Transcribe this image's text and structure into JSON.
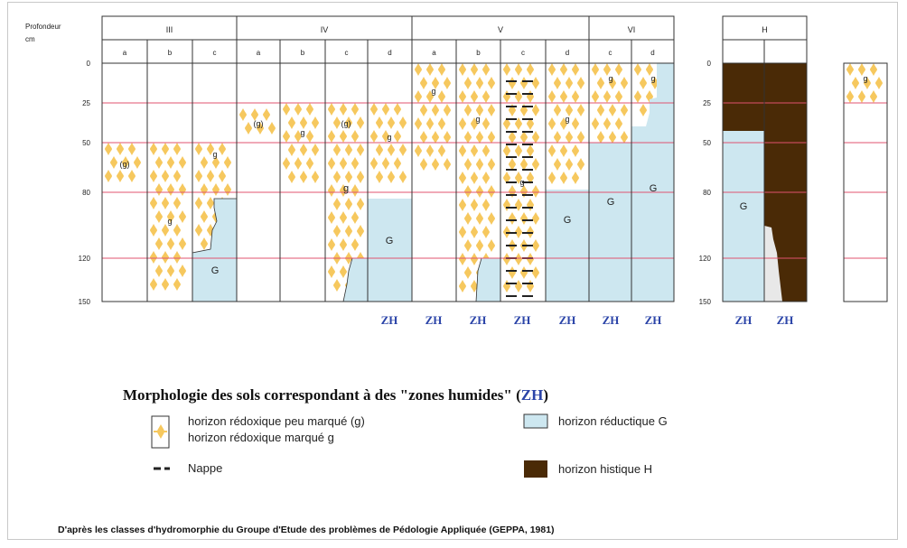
{
  "axis": {
    "title": [
      "Profondeur",
      "cm"
    ],
    "ticks": [
      "0",
      "25",
      "50",
      "80",
      "120",
      "150"
    ]
  },
  "groups": [
    {
      "label": "III",
      "columns": [
        "a",
        "b",
        "c"
      ]
    },
    {
      "label": "IV",
      "columns": [
        "a",
        "b",
        "c",
        "d"
      ]
    },
    {
      "label": "V",
      "columns": [
        "a",
        "b",
        "c",
        "d"
      ]
    },
    {
      "label": "VI",
      "columns": [
        "c",
        "d"
      ]
    },
    {
      "label": "H",
      "columns": [
        "",
        ""
      ]
    }
  ],
  "profiles": [
    {
      "group": "III",
      "col": "a",
      "label": "(g)"
    },
    {
      "group": "III",
      "col": "b",
      "label": "g"
    },
    {
      "group": "III",
      "col": "c",
      "label": "g",
      "label2": "G"
    },
    {
      "group": "IV",
      "col": "a",
      "label": "(g)"
    },
    {
      "group": "IV",
      "col": "b",
      "label": "g"
    },
    {
      "group": "IV",
      "col": "c",
      "label": "(g)",
      "label2": "g"
    },
    {
      "group": "IV",
      "col": "d",
      "label": "g",
      "label2": "G",
      "zh": "ZH"
    },
    {
      "group": "V",
      "col": "a",
      "label": "g",
      "zh": "ZH"
    },
    {
      "group": "V",
      "col": "b",
      "label": "g",
      "zh": "ZH"
    },
    {
      "group": "V",
      "col": "c",
      "label": "g",
      "zh": "ZH"
    },
    {
      "group": "V",
      "col": "d",
      "label": "g",
      "label2": "G",
      "zh": "ZH"
    },
    {
      "group": "VI",
      "col": "c",
      "label": "g",
      "label2": "G",
      "zh": "ZH"
    },
    {
      "group": "VI",
      "col": "d",
      "label": "g",
      "label2": "G",
      "zh": "ZH"
    },
    {
      "group": "H",
      "col": "1",
      "label2": "G",
      "zh": "ZH"
    },
    {
      "group": "H",
      "col": "2",
      "zh": "ZH"
    },
    {
      "group": "extra",
      "col": "1",
      "label": "g"
    }
  ],
  "legend": {
    "title_prefix": "Morphologie des sols correspondant à des \"zones humides\" (",
    "title_zh": "ZH",
    "title_suffix": ")",
    "items": {
      "redox_light": "horizon rédoxique peu marqué (g)",
      "redox_marked": "horizon rédoxique marqué g",
      "nappe": "Nappe",
      "reductique": "horizon réductique G",
      "histique": "horizon histique H"
    }
  },
  "source": "D'après les classes d'hydromorphie du Groupe  d'Etude des problèmes de Pédologie Appliquée (GEPPA, 1981)",
  "colors": {
    "redox": "#f6c85e",
    "reductique": "#cde7f0",
    "histique": "#4a2a06",
    "depth_line": "#e0536f",
    "zh": "#2b44a8"
  }
}
